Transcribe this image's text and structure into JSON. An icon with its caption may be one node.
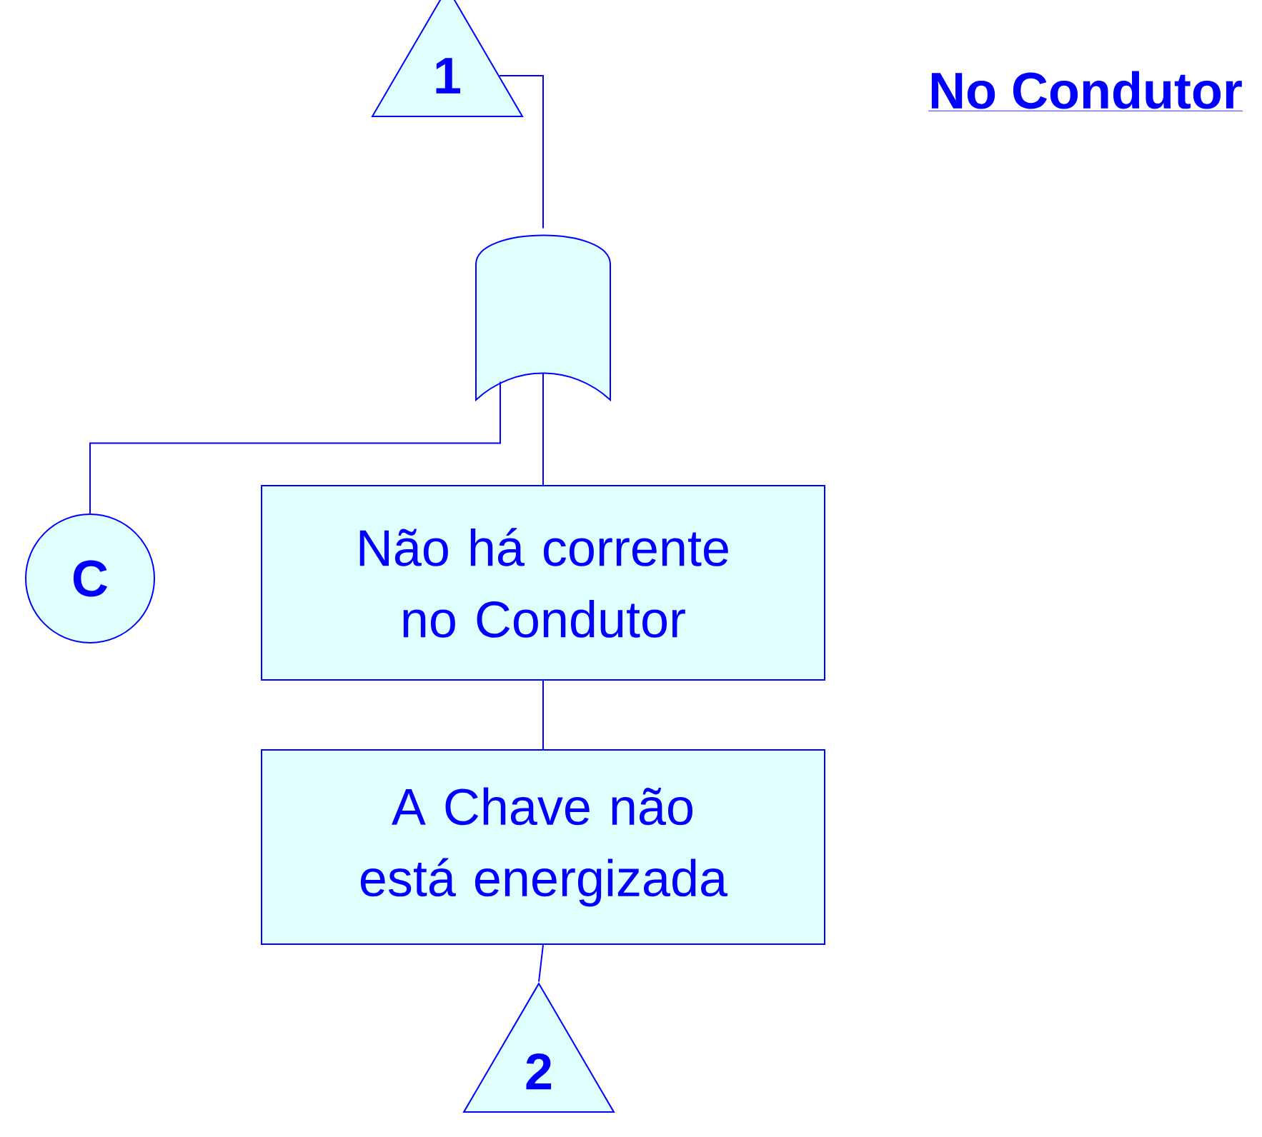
{
  "diagram": {
    "title": "No Condutor",
    "nodes": [
      {
        "text": [
          "1"
        ]
      },
      {
        "text": [],
        "shape": "gate"
      },
      {
        "text": [
          "C"
        ]
      },
      {
        "text": [
          "Não há corrente no Condutor"
        ]
      },
      {
        "text": [
          "A Chave não está energizada"
        ]
      },
      {
        "text": [
          "2"
        ]
      }
    ],
    "edges": [
      {
        "from": 1,
        "to": 0,
        "arrow": "none"
      },
      {
        "from": 1,
        "to": 2,
        "arrow": "none"
      },
      {
        "from": 1,
        "to": 3,
        "arrow": "none"
      },
      {
        "from": 3,
        "to": 4,
        "arrow": "none"
      },
      {
        "from": 4,
        "to": 5,
        "arrow": "none"
      }
    ]
  }
}
